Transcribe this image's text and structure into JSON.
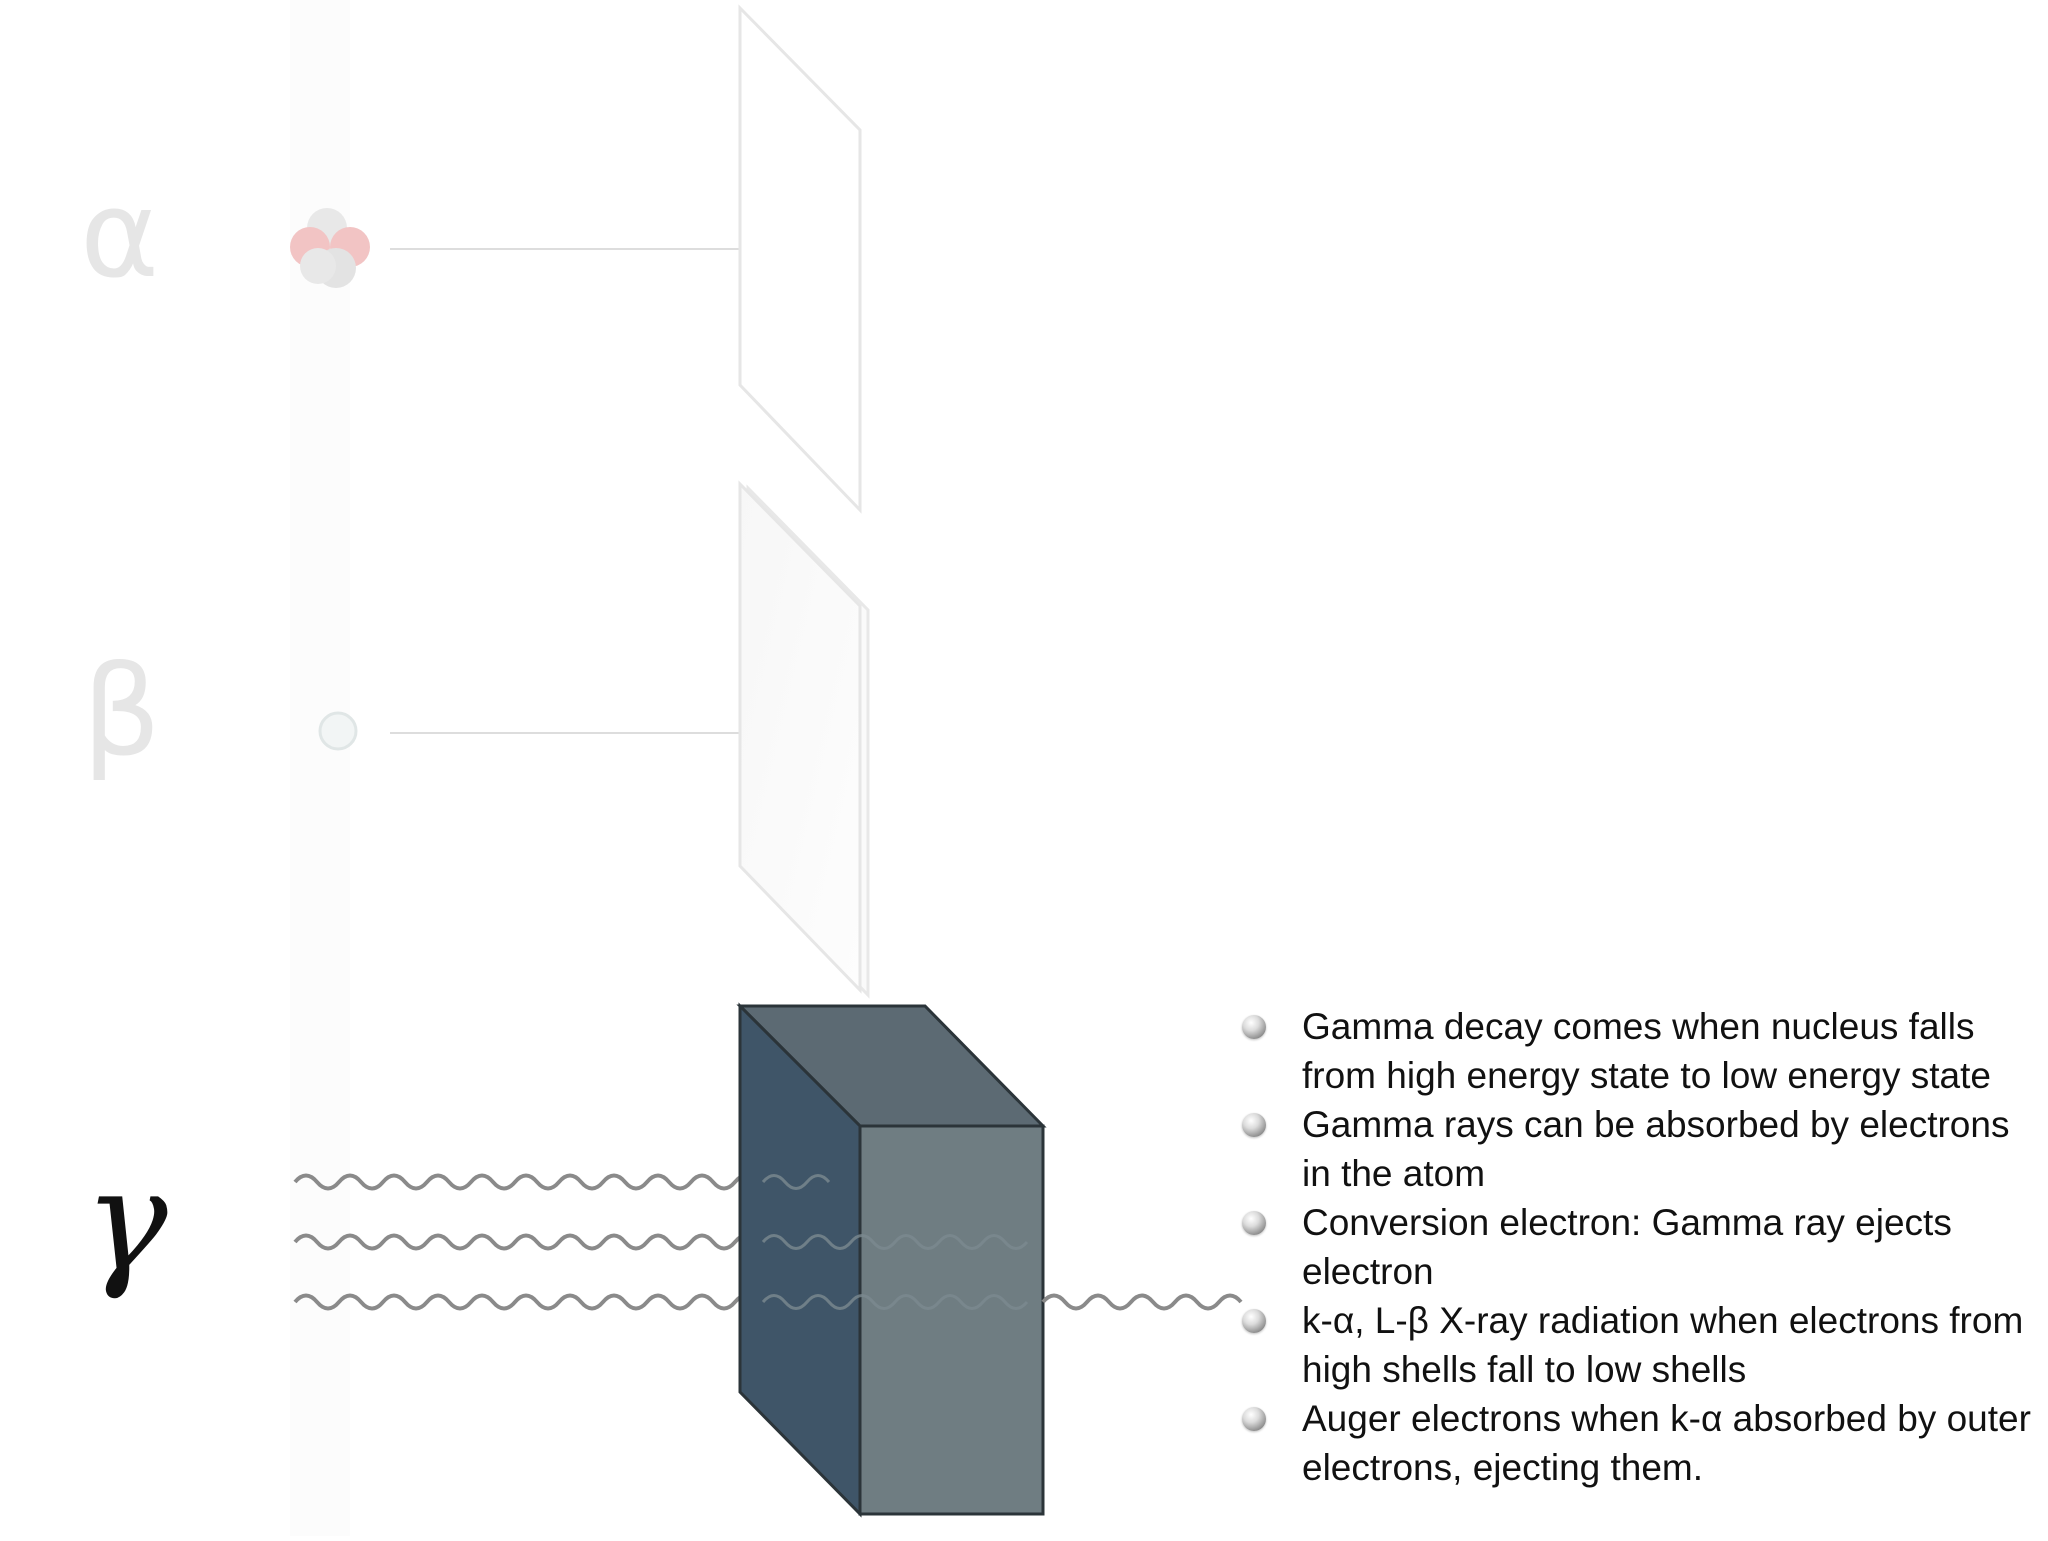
{
  "labels": {
    "alpha": "α",
    "beta": "β",
    "gamma": "γ"
  },
  "bullets": [
    "Gamma decay comes when nucleus falls from high energy state to low energy state",
    "Gamma rays can be absorbed by electrons in the atom",
    "Conversion electron: Gamma ray ejects electron",
    "k-α, L-β X-ray radiation when electrons from high shells fall to low shells",
    "Auger electrons when k-α absorbed by outer electrons, ejecting them."
  ],
  "colors": {
    "faded": "#e6e6e6",
    "block_front": "#6f7d82",
    "block_side": "#3f5568",
    "wave": "#8a8a8a",
    "proton": "#f2c4c4",
    "neutron": "#e3e3e3"
  }
}
